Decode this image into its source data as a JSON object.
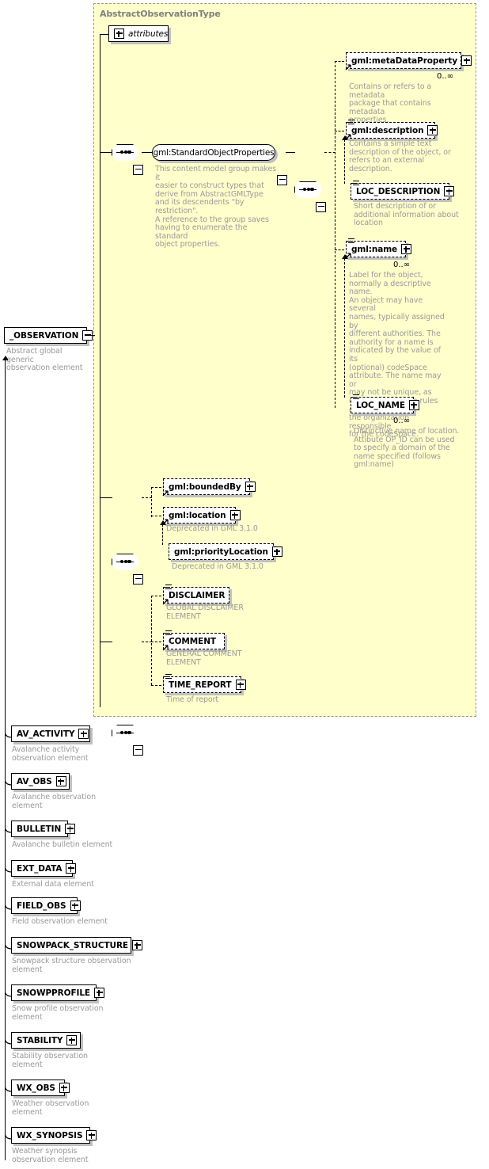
{
  "diagram": {
    "title": "AbstractObservationType",
    "colors": {
      "type_background": "#ffffcc",
      "type_border": "#999977",
      "note_text": "#999999",
      "box_shadow": "#c0c0c0"
    },
    "root_element": {
      "name": "_OBSERVATION",
      "annotation": "Abstract global generic\nobservation element",
      "expander": "minus"
    },
    "attributes_node": {
      "label": "attributes",
      "expander": "plus"
    },
    "group": {
      "name": "gml:StandardObjectProperties",
      "expander": "minus",
      "annotation": "This content model group makes it\neasier to construct types that\n     derive from AbstractGMLType\nand its descendents \"by restriction\".\n     A reference to the group saves\nhaving to enumerate the standard\nobject properties."
    },
    "branch_one": [
      {
        "name": "gml:metaDataProperty",
        "expander": "plus",
        "cardinality": "0..∞",
        "annotation": "Contains or refers to a metadata\npackage that contains metadata\nproperties.",
        "style": "dashed-ref"
      },
      {
        "name": "gml:description",
        "expander": "plus",
        "cardinality": "",
        "annotation": "Contains a simple text\ndescription of the object, or\nrefers to an external\ndescription.",
        "style": "dashed-ref-text"
      },
      {
        "name": "LOC_DESCRIPTION",
        "expander": "plus",
        "cardinality": "",
        "annotation": "Short description of or\nadditional information about\nlocation",
        "style": "dashed-text"
      },
      {
        "name": "gml:name",
        "expander": "plus",
        "cardinality": "0..∞",
        "annotation": "Label for the object,\nnormally a descriptive name.\nAn object may have several\nnames, typically assigned by\ndifferent authorities.  The\nauthority for a name is\nindicated by the value of its\n(optional) codeSpace\nattribute.  The name may or\nmay not be unique, as\ndetermined by the rules of\nthe organization responsible\nfor the codeSpace.",
        "style": "dashed-ref-text"
      },
      {
        "name": "LOC_NAME",
        "expander": "plus",
        "cardinality": "0..∞",
        "annotation": "Distinctive name of location.\nAttibute OP_ID can be used\nto specify a domain of the\nname specified (follows\ngml:name)",
        "style": "dashed-text"
      }
    ],
    "branch_two": [
      {
        "name": "gml:boundedBy",
        "expander": "plus",
        "annotation": "",
        "style": "dashed-ref"
      },
      {
        "name": "gml:location",
        "expander": "plus",
        "annotation": "Deprecated in GML 3.1.0",
        "style": "dashed-ref"
      },
      {
        "name": "gml:priorityLocation",
        "expander": "plus",
        "annotation": "Deprecated in GML 3.1.0",
        "style": "dashed"
      }
    ],
    "branch_three": [
      {
        "name": "DISCLAIMER",
        "expander": "none",
        "annotation": "GLOBAL DISCLAIMER\nELEMENT",
        "style": "dashed-ref-text"
      },
      {
        "name": "COMMENT",
        "expander": "none",
        "annotation": "GENERAL COMMENT\nELEMENT",
        "style": "dashed-ref-text"
      },
      {
        "name": "TIME_REPORT",
        "expander": "plus",
        "annotation": "Time of report",
        "style": "dashed-text"
      }
    ],
    "substitution_elements": [
      {
        "name": "AV_ACTIVITY",
        "expander": "plus",
        "annotation": "Avalanche activity\nobservation element"
      },
      {
        "name": "AV_OBS",
        "expander": "plus",
        "annotation": "Avalanche observation\nelement"
      },
      {
        "name": "BULLETIN",
        "expander": "plus",
        "annotation": "Avalanche bulletin element"
      },
      {
        "name": "EXT_DATA",
        "expander": "plus",
        "annotation": "External data element"
      },
      {
        "name": "FIELD_OBS",
        "expander": "plus",
        "annotation": "Field observation element"
      },
      {
        "name": "SNOWPACK_STRUCTURE",
        "expander": "plus",
        "annotation": "Snowpack structure observation\nelement"
      },
      {
        "name": "SNOWPPROFILE",
        "expander": "plus",
        "annotation": "Snow profile observation\nelement"
      },
      {
        "name": "STABILITY",
        "expander": "plus",
        "annotation": "Stability observation\nelement"
      },
      {
        "name": "WX_OBS",
        "expander": "plus",
        "annotation": "Weather observation\nelement"
      },
      {
        "name": "WX_SYNOPSIS",
        "expander": "plus",
        "annotation": "Weather synopsis\nobservation element"
      }
    ]
  }
}
